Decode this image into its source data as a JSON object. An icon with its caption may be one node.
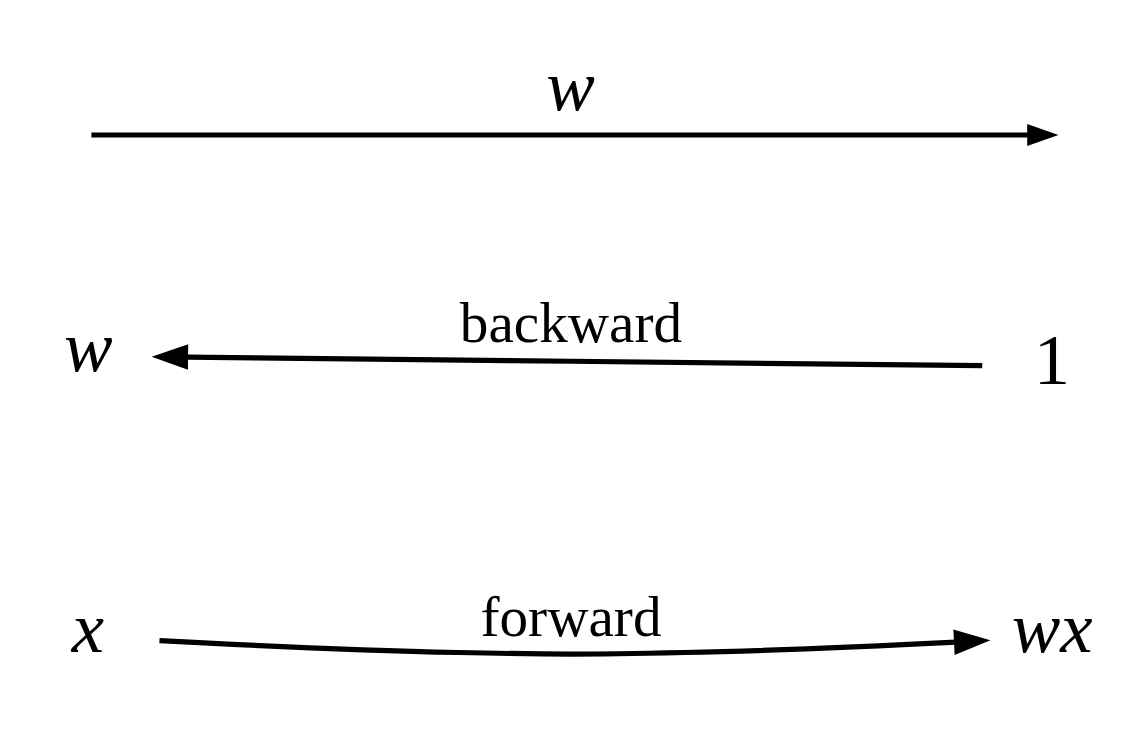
{
  "diagram": {
    "nodes": [
      {
        "text": [
          "x"
        ]
      },
      {
        "text": [
          "wx"
        ]
      },
      {
        "text": [
          "w"
        ]
      },
      {
        "text": [
          "1"
        ]
      }
    ],
    "edges": [
      {
        "from": 0,
        "to": 1,
        "arrow": "to",
        "label": "forward"
      },
      {
        "from": 3,
        "to": 2,
        "arrow": "to",
        "label": "backward"
      }
    ],
    "labels": [
      "w"
    ]
  }
}
